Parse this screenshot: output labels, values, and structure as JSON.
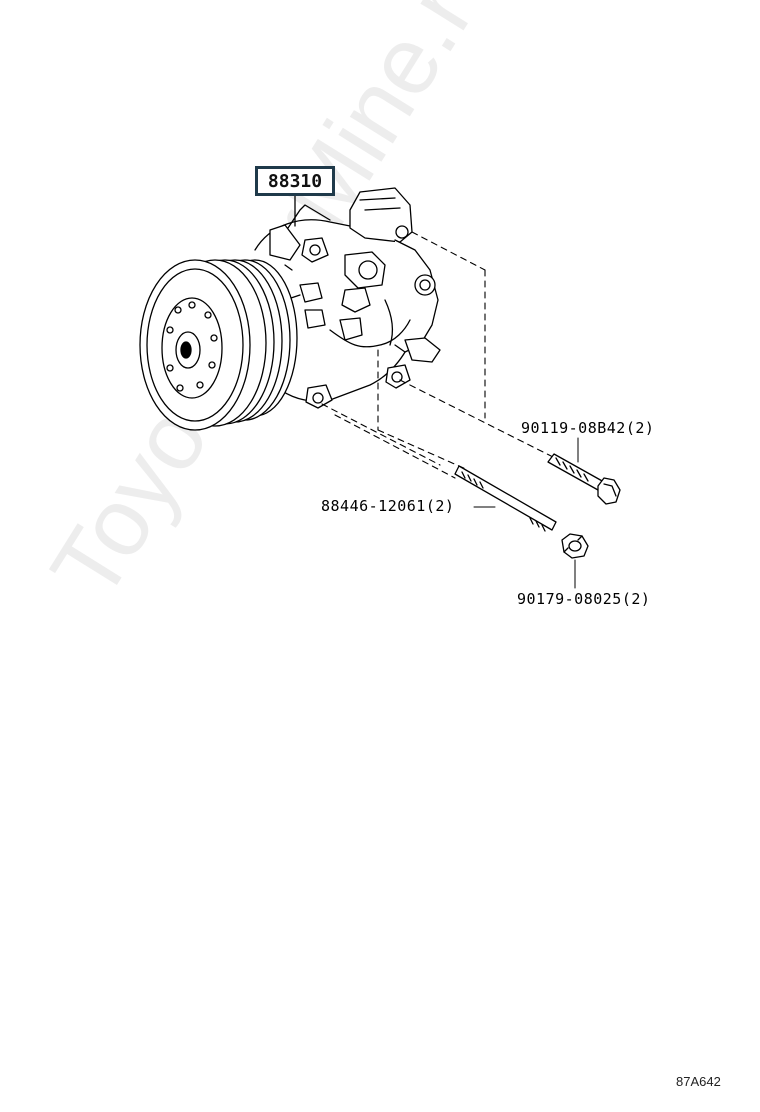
{
  "diagram": {
    "main_part": "88310",
    "callouts": {
      "bolt": "90119-08B42(2)",
      "stud": "88446-12061(2)",
      "nut": "90179-08025(2)"
    },
    "illustration_code": "87A642"
  },
  "watermark": "ToyotaCarMine.ru",
  "icons": {
    "compressor": "ac-compressor-icon",
    "bolt": "bolt-icon",
    "stud": "stud-bolt-icon",
    "nut": "nut-icon"
  }
}
